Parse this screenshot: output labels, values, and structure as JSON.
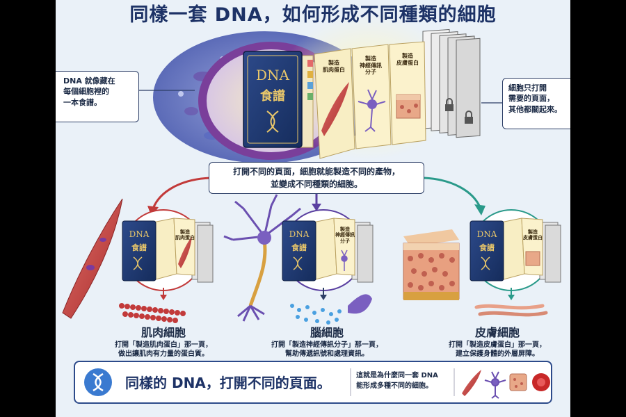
{
  "title": "同樣一套 DNA，如何形成不同種類的細胞",
  "left_callout": {
    "line1": "DNA 就像藏在",
    "line2": "每個細胞裡的",
    "line3": "一本食譜。"
  },
  "right_callout": {
    "line1": "細胞只打開",
    "line2": "需要的頁面，",
    "line3": "其他都關起來。"
  },
  "book": {
    "line1": "DNA",
    "line2": "食譜"
  },
  "pages": [
    {
      "line1": "製造",
      "line2": "肌肉蛋白"
    },
    {
      "line1": "製造",
      "line2": "神經傳訊",
      "line3": "分子"
    },
    {
      "line1": "製造",
      "line2": "皮膚蛋白"
    }
  ],
  "center_message": {
    "line1": "打開不同的頁面，細胞就能製造不同的產物，",
    "line2": "並變成不同種類的細胞。"
  },
  "cells": [
    {
      "name": "肌肉細胞",
      "page_line1": "製造",
      "page_line2": "肌肉蛋白",
      "desc1": "打開「製造肌肉蛋白」那一頁，",
      "desc2": "做出讓肌肉有力量的蛋白質。",
      "color": "#c23a3a"
    },
    {
      "name": "腦細胞",
      "page_line1": "製造",
      "page_line2": "神經傳訊",
      "page_line3": "分子",
      "desc1": "打開「製造神經傳訊分子」那一頁，",
      "desc2": "幫助傳遞訊號和處理資訊。",
      "color": "#5a3fa0"
    },
    {
      "name": "皮膚細胞",
      "page_line1": "製造",
      "page_line2": "皮膚蛋白",
      "desc1": "打開「製造皮膚蛋白」那一頁，",
      "desc2": "建立保護身體的外層屏障。",
      "color": "#2a9a8a"
    }
  ],
  "bottom": {
    "main": "同樣的 DNA，打開不同的頁面。",
    "sub1": "這就是為什麼同一套 DNA",
    "sub2": "能形成多種不同的細胞。"
  },
  "icons": [
    "dna-icon",
    "muscle-cell-icon",
    "neuron-icon",
    "skin-cell-icon",
    "red-blood-cell-icon"
  ]
}
